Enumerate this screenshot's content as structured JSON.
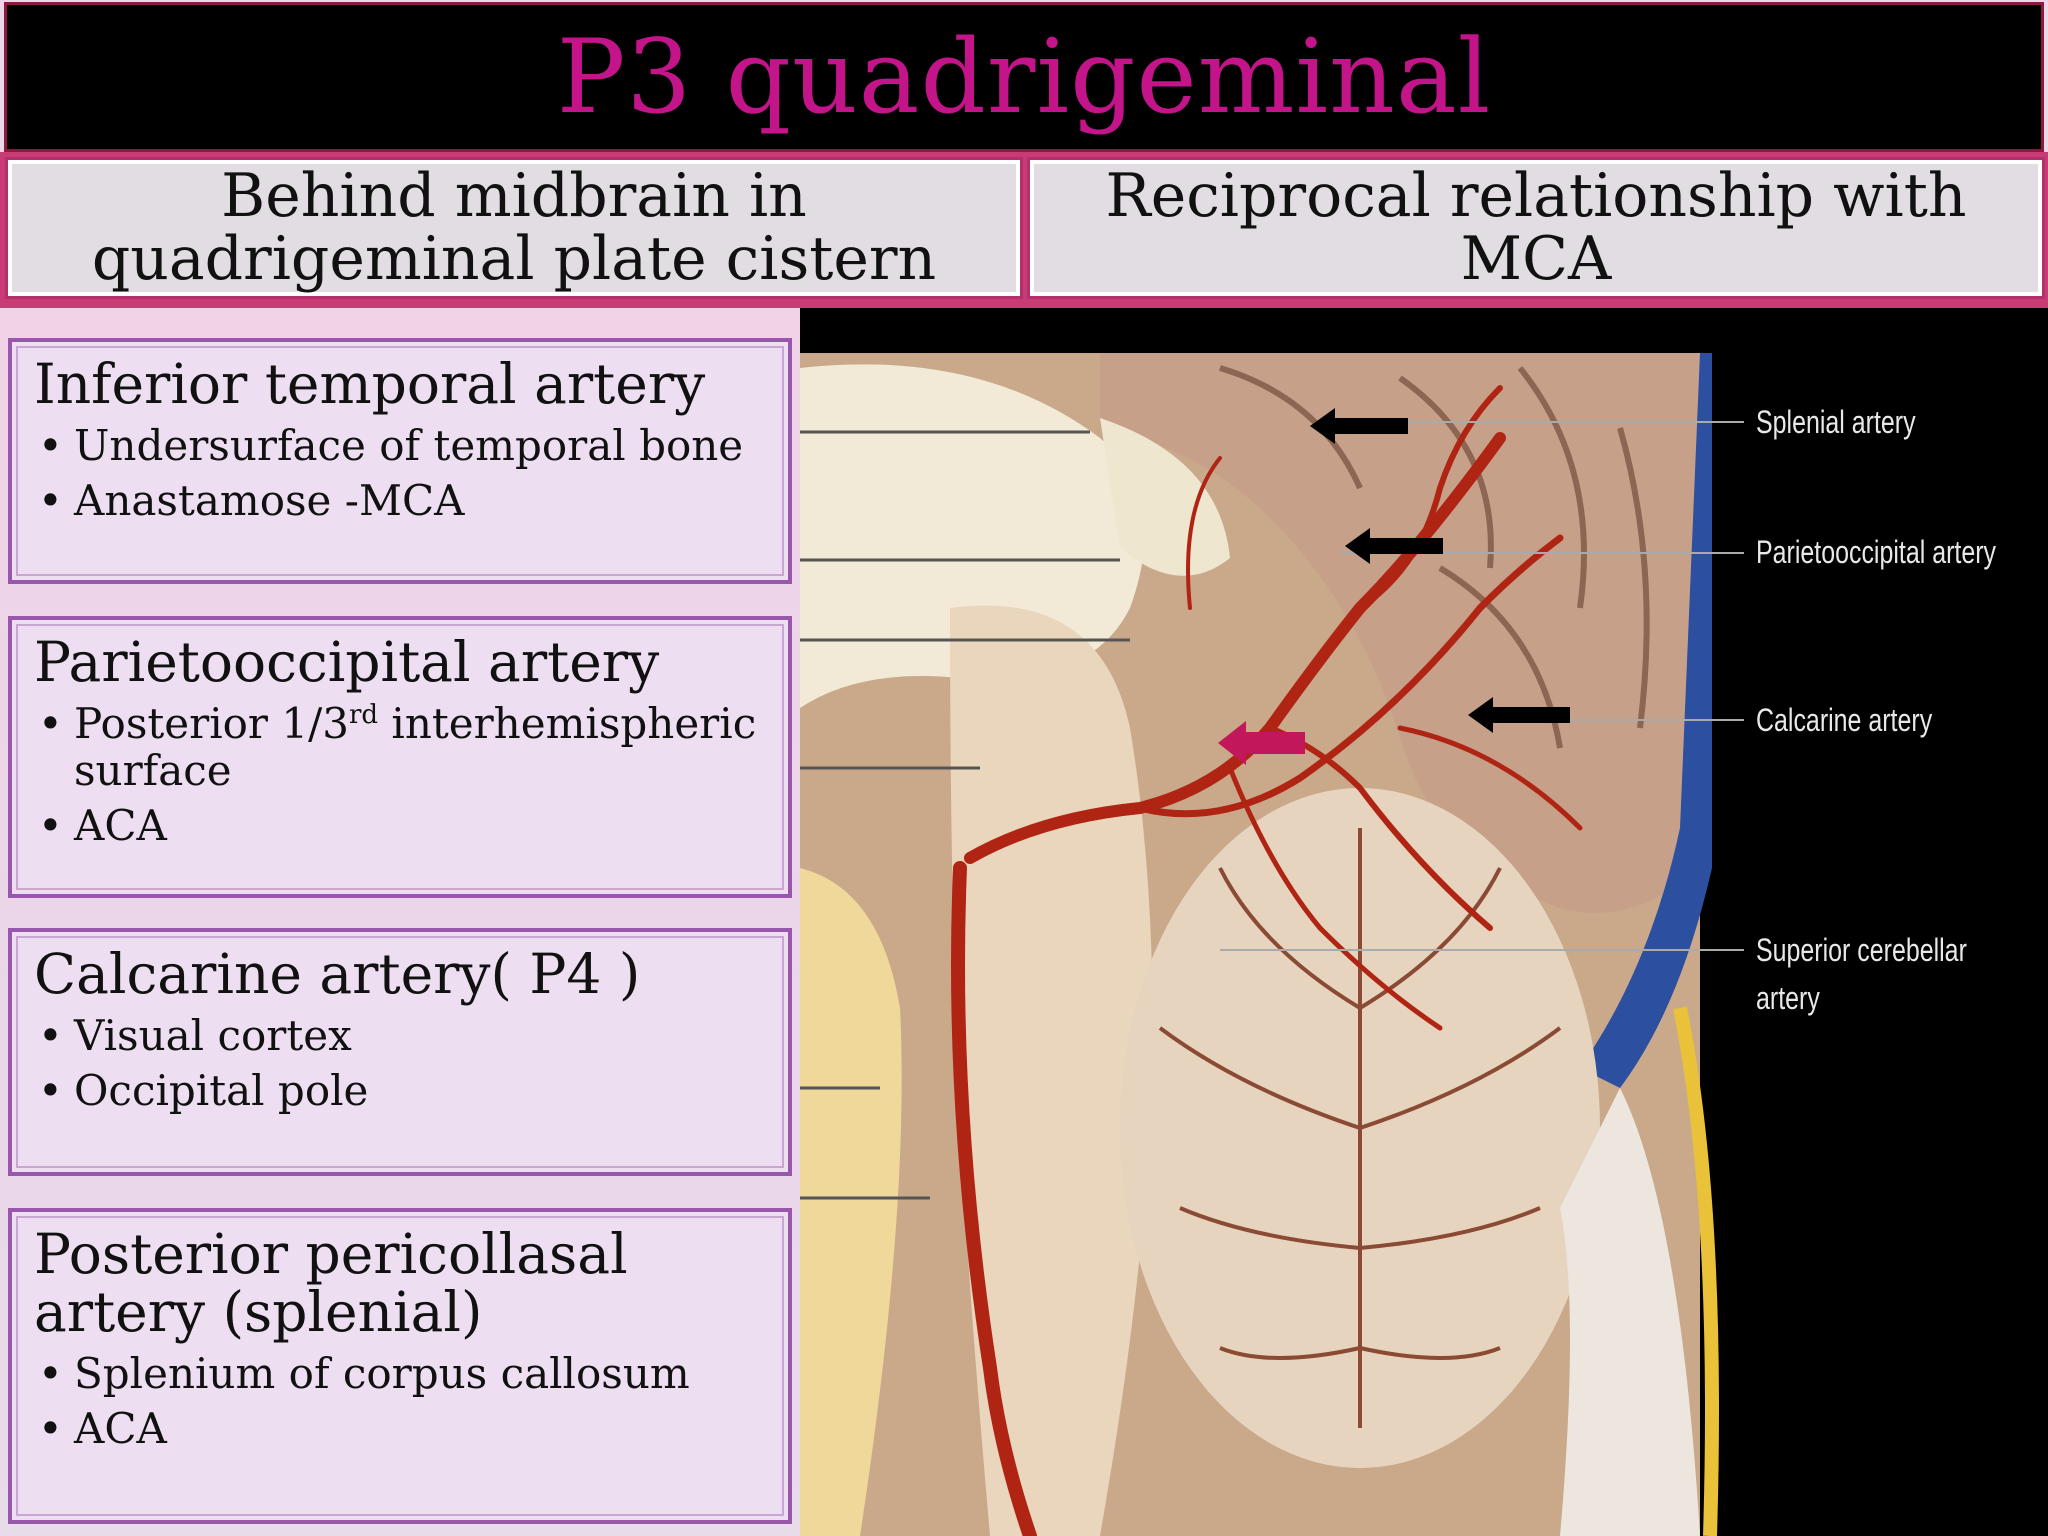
{
  "title": "P3 quadrigeminal",
  "header": {
    "left": "Behind midbrain in quadrigeminal plate cistern",
    "right": "Reciprocal relationship with MCA"
  },
  "cards": [
    {
      "title": "Inferior temporal artery",
      "items": [
        "Undersurface of temporal bone",
        "Anastamose -MCA"
      ]
    },
    {
      "title": "Parietooccipital artery",
      "item1_pre": "Posterior 1/3",
      "item1_sup": "rd",
      "item1_post": " interhemispheric surface",
      "item2": "ACA"
    },
    {
      "title": "Calcarine artery( P4 )",
      "items": [
        "Visual cortex",
        "Occipital pole"
      ]
    },
    {
      "title": "Posterior pericollasal artery (splenial)",
      "items": [
        "Splenium of corpus callosum",
        "ACA"
      ]
    }
  ],
  "figure": {
    "labels": {
      "splenial": "Splenial artery",
      "parietooccipital": "Parietooccipital artery",
      "calcarine": "Calcarine artery",
      "sca_line1": "Superior cerebellar",
      "sca_line2": "artery"
    },
    "colors": {
      "artery": "#b02414",
      "vein_blue": "#2c4fa0",
      "arrow_black": "#000000",
      "arrow_pink": "#c2185b"
    }
  }
}
